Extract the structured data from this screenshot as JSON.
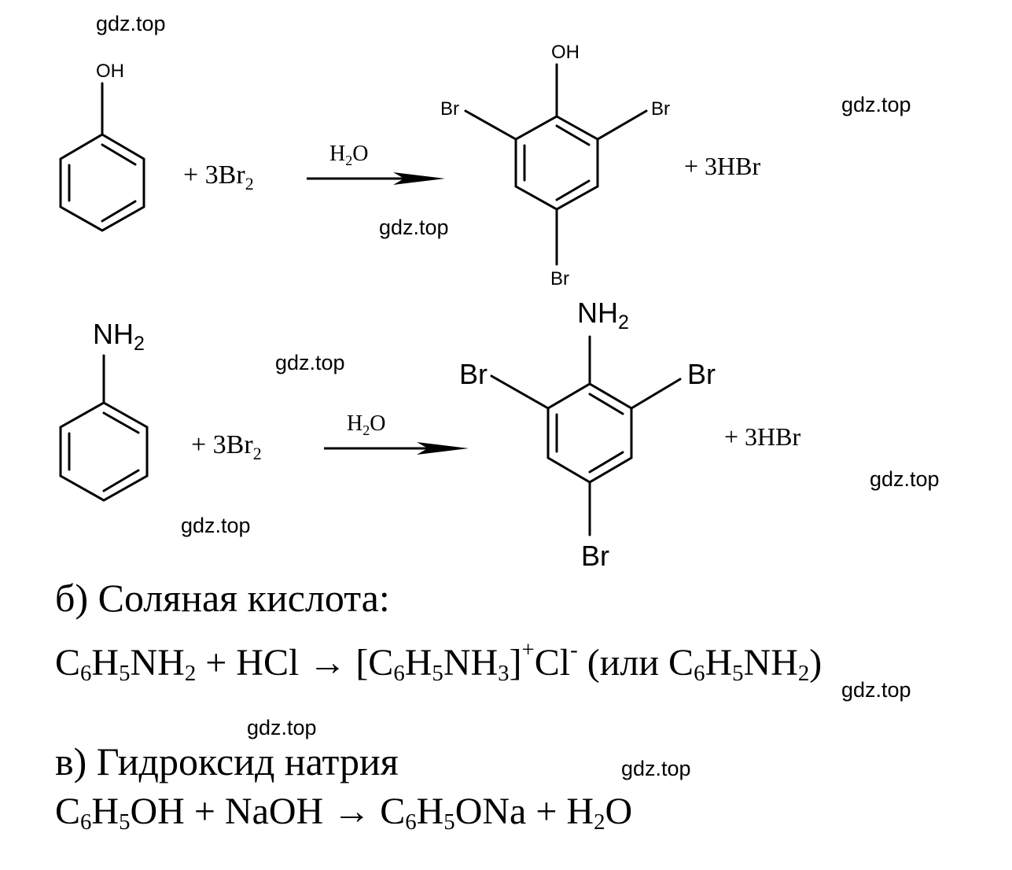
{
  "watermark": "gdz.top",
  "reaction1": {
    "reactant_group": "OH",
    "reagent": "+ 3Br",
    "reagent_sub": "2",
    "condition_main": "H",
    "condition_sub": "2",
    "condition_end": "O",
    "product_top": "OH",
    "product_br_left": "Br",
    "product_br_right": "Br",
    "product_br_bottom": "Br",
    "byproduct": "+ 3HBr"
  },
  "reaction2": {
    "reactant_group": "NH",
    "reactant_group_sub": "2",
    "reagent": "+ 3Br",
    "reagent_sub": "2",
    "condition_main": "H",
    "condition_sub": "2",
    "condition_end": "O",
    "product_top": "NH",
    "product_top_sub": "2",
    "product_br_left": "Br",
    "product_br_right": "Br",
    "product_br_bottom": "Br",
    "byproduct": "+ 3HBr"
  },
  "section_b": {
    "heading": "б) Соляная кислота:",
    "eq": {
      "p1": "C",
      "s1": "6",
      "p2": "H",
      "s2": "5",
      "p3": "NH",
      "s3": "2",
      "p4": " + HCl → [C",
      "s4": "6",
      "p5": "H",
      "s5": "5",
      "p6": "NH",
      "s6": "3",
      "p7": "]",
      "sup1": "+",
      "p8": "Cl",
      "sup2": "-",
      "p9": " (или C",
      "s7": "6",
      "p10": "H",
      "s8": "5",
      "p11": "NH",
      "s9": "2",
      "p12": ")"
    }
  },
  "section_c": {
    "heading": "в) Гидроксид натрия",
    "eq": {
      "p1": "C",
      "s1": "6",
      "p2": "H",
      "s2": "5",
      "p3": "OH + NaOH → C",
      "s3": "6",
      "p4": "H",
      "s4": "5",
      "p5": "ONa + H",
      "s5": "2",
      "p6": "O"
    }
  }
}
